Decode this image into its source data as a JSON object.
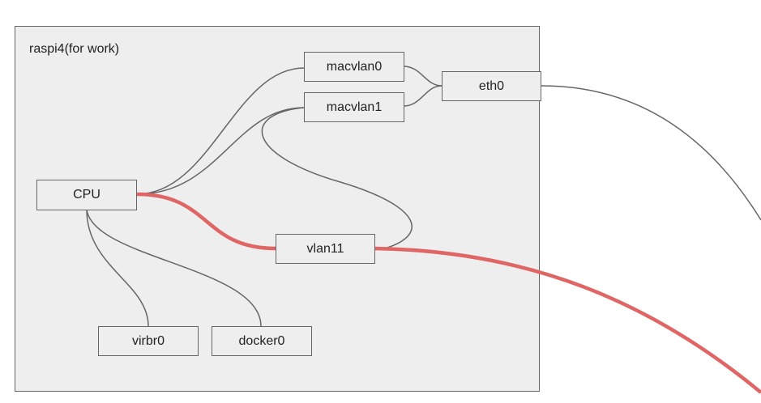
{
  "group": {
    "label": "raspi4(for work)"
  },
  "nodes": {
    "cpu": "CPU",
    "macvlan0": "macvlan0",
    "macvlan1": "macvlan1",
    "eth0": "eth0",
    "vlan11": "vlan11",
    "virbr0": "virbr0",
    "docker0": "docker0"
  },
  "edges": [
    {
      "from": "CPU",
      "to": "macvlan0",
      "highlighted": false
    },
    {
      "from": "CPU",
      "to": "macvlan1",
      "highlighted": false
    },
    {
      "from": "CPU",
      "to": "vlan11",
      "highlighted": true
    },
    {
      "from": "CPU",
      "to": "virbr0",
      "highlighted": false
    },
    {
      "from": "CPU",
      "to": "docker0",
      "highlighted": false
    },
    {
      "from": "macvlan0",
      "to": "eth0",
      "highlighted": false
    },
    {
      "from": "macvlan1",
      "to": "eth0",
      "highlighted": false
    },
    {
      "from": "macvlan1",
      "to": "vlan11",
      "highlighted": false
    },
    {
      "from": "eth0",
      "to": "external",
      "highlighted": false
    },
    {
      "from": "vlan11",
      "to": "external",
      "highlighted": true
    }
  ],
  "colors": {
    "edge": "#666666",
    "highlight": "#e06666",
    "box_fill": "#eeeeee",
    "box_border": "#666666"
  }
}
